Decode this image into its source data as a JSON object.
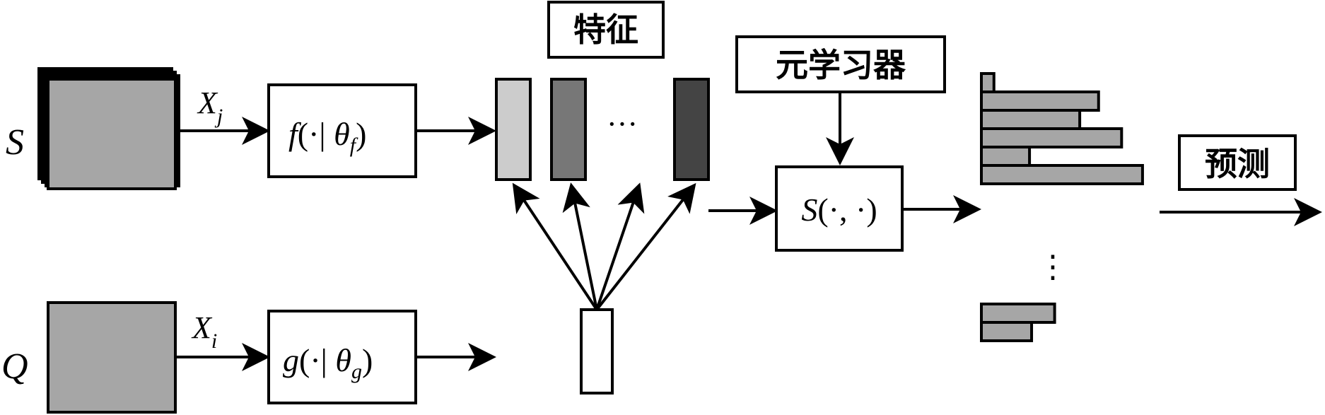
{
  "inputs": {
    "support_label": "S",
    "query_label": "Q",
    "support_sample_label": "X",
    "support_sample_sub": "j",
    "query_sample_label": "X",
    "query_sample_sub": "i"
  },
  "encoders": {
    "f_main": "f",
    "f_open": "(·| ",
    "f_theta": "θ",
    "f_sub": "f",
    "f_close": ")",
    "g_main": "g",
    "g_open": "(·| ",
    "g_theta": "θ",
    "g_sub": "g",
    "g_close": ")"
  },
  "features": {
    "title": "特征",
    "ellipsis": "···",
    "colors": [
      "#cccccc",
      "#777777",
      "#444444"
    ]
  },
  "meta_learner": {
    "title": "元学习器",
    "similarity_main": "S",
    "similarity_args": "(·, ·)"
  },
  "prediction": {
    "title": "预测",
    "vertical_ellipsis": "⋮",
    "bar_color": "#a6a6a6",
    "top_bars": [
      0.06,
      0.56,
      0.47,
      0.67,
      0.23,
      0.77
    ],
    "bottom_bars": [
      0.35,
      0.24
    ]
  },
  "colors": {
    "sample_box": "#a6a6a6",
    "stroke": "#000000"
  }
}
